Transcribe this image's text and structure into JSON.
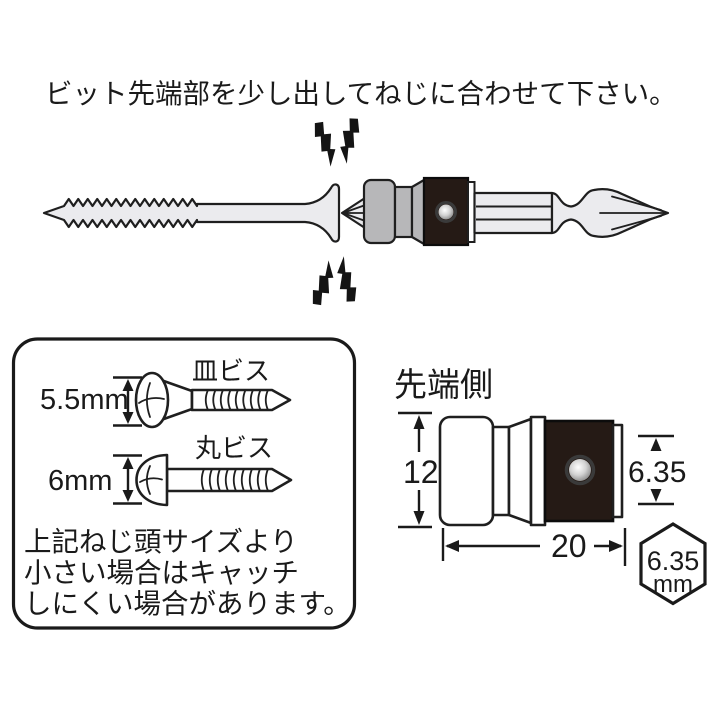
{
  "instruction": "ビット先端部を少し出してねじに合わせて下さい。",
  "size_box": {
    "flat_screw": {
      "label": "皿ビス",
      "size": "5.5mm"
    },
    "round_screw": {
      "label": "丸ビス",
      "size": "6mm"
    },
    "note_lines": [
      "上記ねじ頭サイズより",
      "小さい場合はキャッチ",
      "しにくい場合があります。"
    ]
  },
  "tip_detail": {
    "title": "先端側",
    "dims": {
      "height": "12",
      "hex": "6.35",
      "length": "20"
    },
    "badge": {
      "value": "6.35",
      "unit": "mm"
    }
  },
  "colors": {
    "line": "#1a1a1a",
    "metal_light": "#ebebee",
    "sleeve_gray": "#b7b7b9",
    "socket_dark": "#251a15",
    "white": "#ffffff"
  }
}
